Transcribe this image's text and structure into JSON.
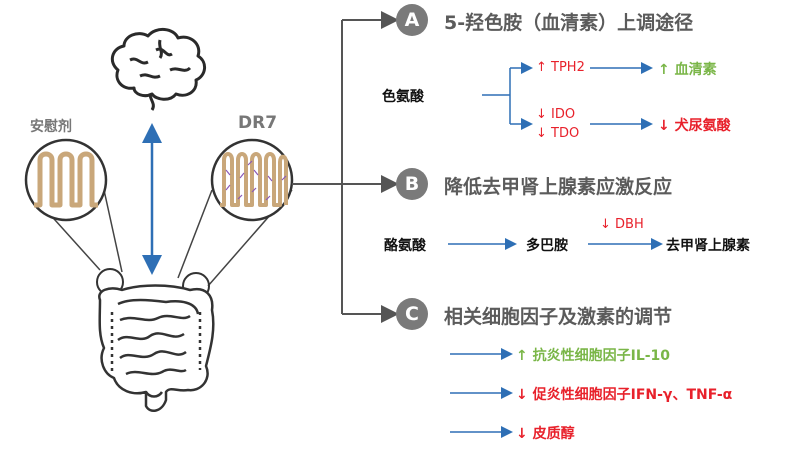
{
  "left": {
    "placebo_label": "安慰剂",
    "dr7_label": "DR7"
  },
  "sections": {
    "a": {
      "badge": "A",
      "title": "5-羟色胺（血清素）上调途径",
      "source": "色氨酸",
      "tph2": "↑ TPH2",
      "serotonin": "↑ 血清素",
      "ido": "↓ IDO",
      "tdo": "↓ TDO",
      "kynurenine": "↓ 犬尿氨酸"
    },
    "b": {
      "badge": "B",
      "title": "降低去甲肾上腺素应激反应",
      "tyrosine": "酪氨酸",
      "dopamine": "多巴胺",
      "dbh": "↓ DBH",
      "norepinephrine": "去甲肾上腺素"
    },
    "c": {
      "badge": "C",
      "title": "相关细胞因子及激素的调节",
      "item1": "↑ 抗炎性细胞因子IL-10",
      "item2": "↓ 促炎性细胞因子IFN-γ、TNF-α",
      "item3": "↓ 皮质醇"
    }
  },
  "colors": {
    "arrow_blue": "#2e6fb5",
    "bracket": "#555555",
    "badge_gray": "#7a7a7a",
    "red": "#e8212b",
    "green": "#7ab648",
    "villi_tan": "#c9a77a"
  },
  "icons": [
    "brain-icon",
    "intestine-icon",
    "villi-smooth-icon",
    "villi-damaged-icon"
  ]
}
